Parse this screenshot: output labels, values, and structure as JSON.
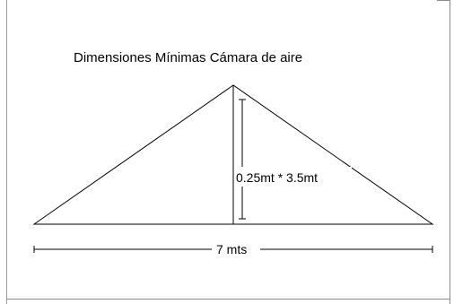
{
  "diagram": {
    "title": "Dimensiones Mínimas Cámara de aire",
    "height_label": "0.25mt * 3.5mt",
    "width_label": "7 mts"
  }
}
